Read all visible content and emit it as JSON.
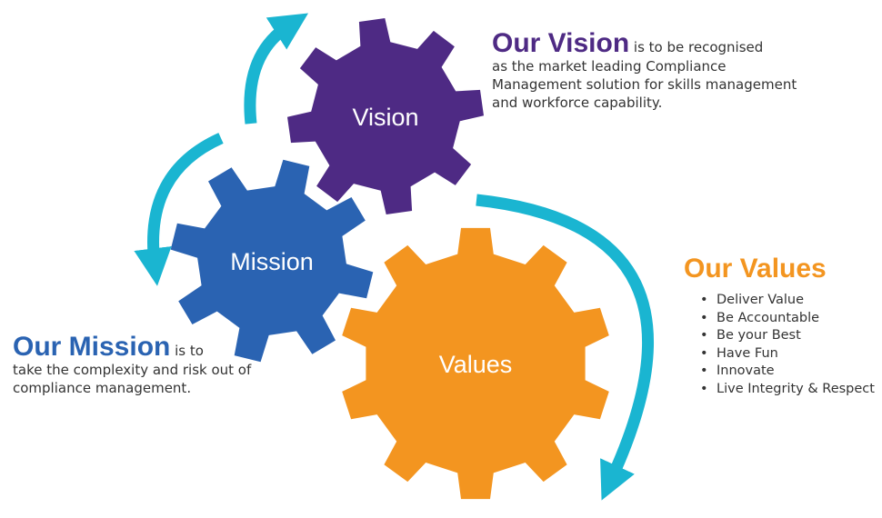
{
  "colors": {
    "vision": "#4e2a84",
    "mission": "#2a63b2",
    "values": "#f39520",
    "arrow": "#1ab5d1",
    "text": "#333333"
  },
  "gears": {
    "vision": {
      "label": "Vision"
    },
    "mission": {
      "label": "Mission"
    },
    "values": {
      "label": "Values"
    }
  },
  "vision": {
    "heading": "Our Vision",
    "lead": " is to be recognised",
    "body": "as the market leading Compliance Management solution for skills management and workforce capability."
  },
  "mission": {
    "heading": "Our Mission",
    "lead": " is to",
    "body": "take the complexity and risk out of compliance management."
  },
  "values": {
    "heading": "Our Values",
    "items": [
      "Deliver Value",
      "Be Accountable",
      "Be your Best",
      "Have Fun",
      "Innovate",
      "Live Integrity & Respect"
    ]
  }
}
